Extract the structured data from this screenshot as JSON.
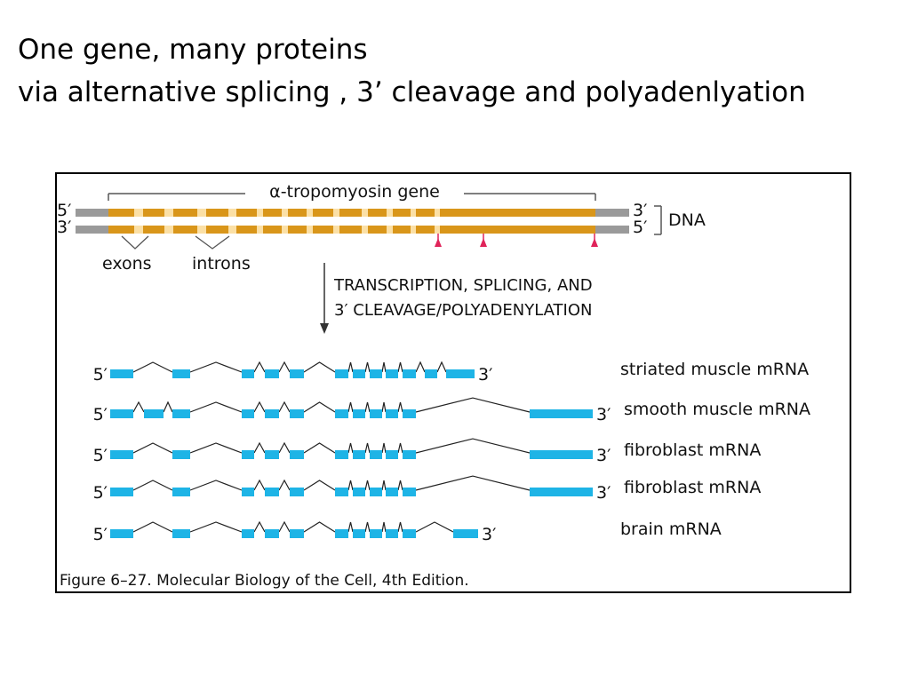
{
  "slide": {
    "title_line_1": "One gene, many proteins",
    "title_line_2": "via alternative splicing , 3’ cleavage and polyadenlyation"
  },
  "figure": {
    "gene_label": "α-tropomyosin gene",
    "dna_label": "DNA",
    "strand_top_left": "5′",
    "strand_bottom_left": "3′",
    "strand_top_right": "3′",
    "strand_bottom_right": "5′",
    "exons_label": "exons",
    "introns_label": "introns",
    "process_line_1": "TRANSCRIPTION, SPLICING, AND",
    "process_line_2": "3′ CLEAVAGE/POLYADENYLATION",
    "five_prime": "5′",
    "three_prime": "3′",
    "caption": "Figure 6–27. Molecular Biology of the Cell, 4th Edition.",
    "mrnas": [
      {
        "label": "striated muscle mRNA",
        "exons": [
          1,
          3,
          5,
          6,
          7,
          8,
          9,
          10,
          11,
          12,
          13,
          14
        ]
      },
      {
        "label": "smooth muscle mRNA",
        "exons": [
          1,
          2,
          3,
          5,
          6,
          7,
          8,
          9,
          10,
          11,
          12,
          15
        ]
      },
      {
        "label": "fibroblast mRNA",
        "exons": [
          1,
          3,
          5,
          6,
          7,
          8,
          9,
          10,
          11,
          12,
          15
        ]
      },
      {
        "label": "fibroblast mRNA",
        "exons": [
          1,
          3,
          5,
          6,
          7,
          8,
          9,
          10,
          11,
          12,
          15
        ]
      },
      {
        "label": "brain mRNA",
        "exons": [
          1,
          3,
          5,
          6,
          7,
          8,
          9,
          10,
          11,
          12,
          16
        ]
      }
    ],
    "colors": {
      "exon_dna": "#d9961a",
      "intron_dna": "#fbe0a6",
      "flank_dna": "#9a9a9a",
      "mrna_exon": "#1eb4e6",
      "polyA_site": "#e0245a"
    }
  }
}
